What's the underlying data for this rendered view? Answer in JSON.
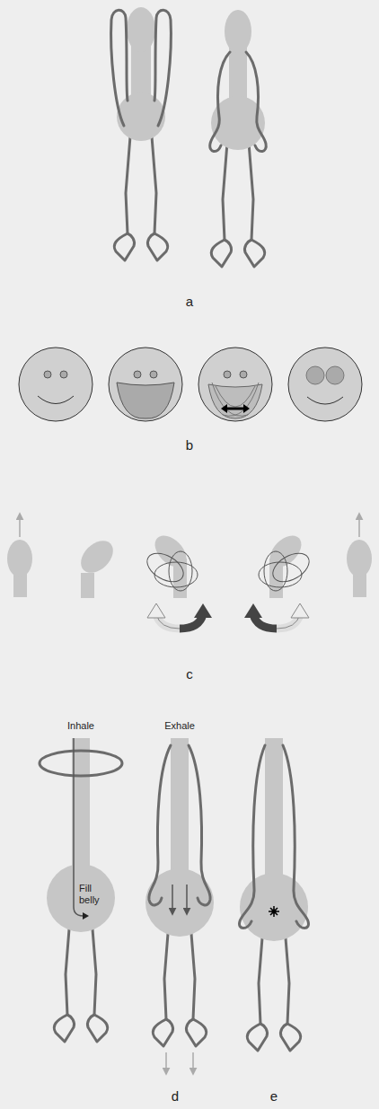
{
  "diagram": {
    "nodes": [
      {
        "text": [
          "Fill belly"
        ]
      }
    ],
    "labels": [
      "a",
      "b",
      "c",
      "Inhale",
      "Exhale",
      "d",
      "e"
    ]
  }
}
